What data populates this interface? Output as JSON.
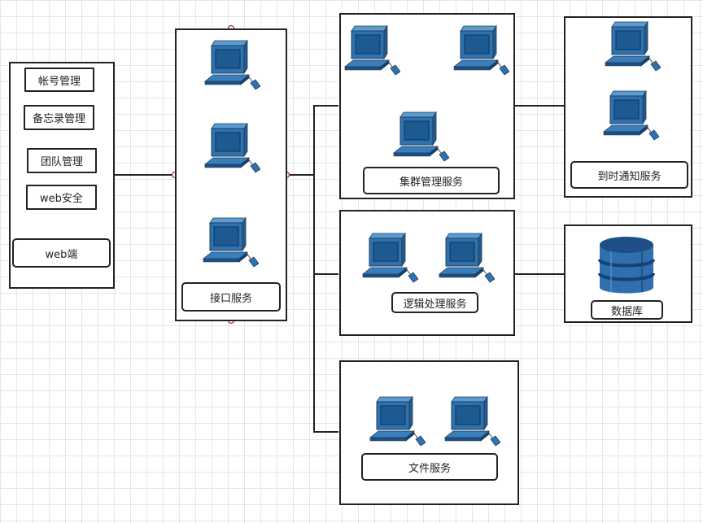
{
  "web_client": {
    "items": [
      "帐号管理",
      "备忘录管理",
      "团队管理",
      "web安全"
    ],
    "label": "web端"
  },
  "interface_service": {
    "label": "接口服务"
  },
  "cluster_service": {
    "label": "集群管理服务"
  },
  "notify_service": {
    "label": "到时通知服务"
  },
  "logic_service": {
    "label": "逻辑处理服务"
  },
  "database": {
    "label": "数据库"
  },
  "file_service": {
    "label": "文件服务"
  },
  "icons": {
    "server": "computer-icon",
    "database": "database-icon"
  },
  "colors": {
    "icon_blue": "#2f72b0",
    "icon_dark": "#1a4a78",
    "line": "#222222",
    "port": "#c0392b"
  }
}
